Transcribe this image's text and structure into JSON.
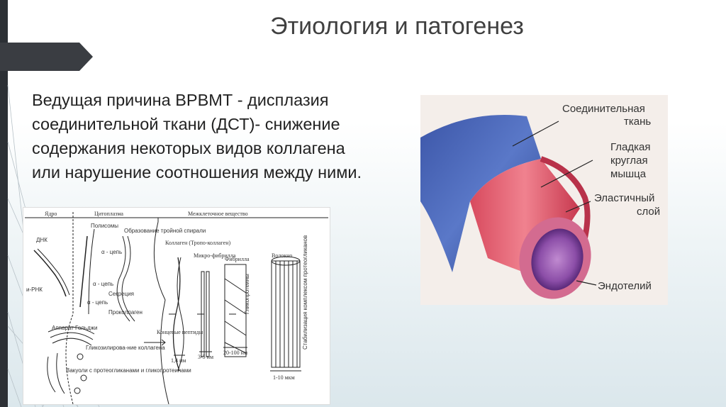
{
  "slide": {
    "title": "Этиология и патогенез",
    "body": "Ведущая причина ВРВМТ - дисплазия соединительной ткани (ДСТ)- снижение содержания некоторых видов коллагена или нарушение соотношения между ними."
  },
  "collagen_figure": {
    "sections": {
      "nucleus": "Ядро",
      "cytoplasm": "Цитоплазма",
      "extracellular": "Межклеточное вещество"
    },
    "labels": {
      "dna": "ДНК",
      "mrna": "и-РНК",
      "polysomes": "Полисомы",
      "alpha_chain_1": "α - цепь",
      "alpha_chain_2": "α - цепь",
      "alpha_chain_3": "α - цепь",
      "triple_helix": "Образование тройной спирали",
      "secretion": "Секреция",
      "procollagen": "Проколлаген",
      "golgi": "Аппарат Гольджи",
      "glycosylation": "Гликозилирова-ние коллагена",
      "vacuoles": "Вакуоли с протеогликанами и гликопротеинами",
      "collagen": "Коллаген (Тропо-коллаген)",
      "microfibril": "Микро-фибрилла",
      "fibril": "Фибрилла",
      "fiber": "Волокно",
      "end_peptides": "Концевые пептиды",
      "glycoproteins": "Гликопротеины",
      "stabilization": "Стабилизация комплексом протеогликанов",
      "size_1": "1,4 нм",
      "size_2": "3-5 нм",
      "size_3": "20-100 нм",
      "size_4": "1-10 мкм"
    }
  },
  "vessel_figure": {
    "labels": {
      "connective": "Соединительная ткань",
      "smooth_muscle": "Гладкая круглая мышца",
      "elastic": "Эластичный слой",
      "endothelium": "Эндотелий"
    }
  }
}
